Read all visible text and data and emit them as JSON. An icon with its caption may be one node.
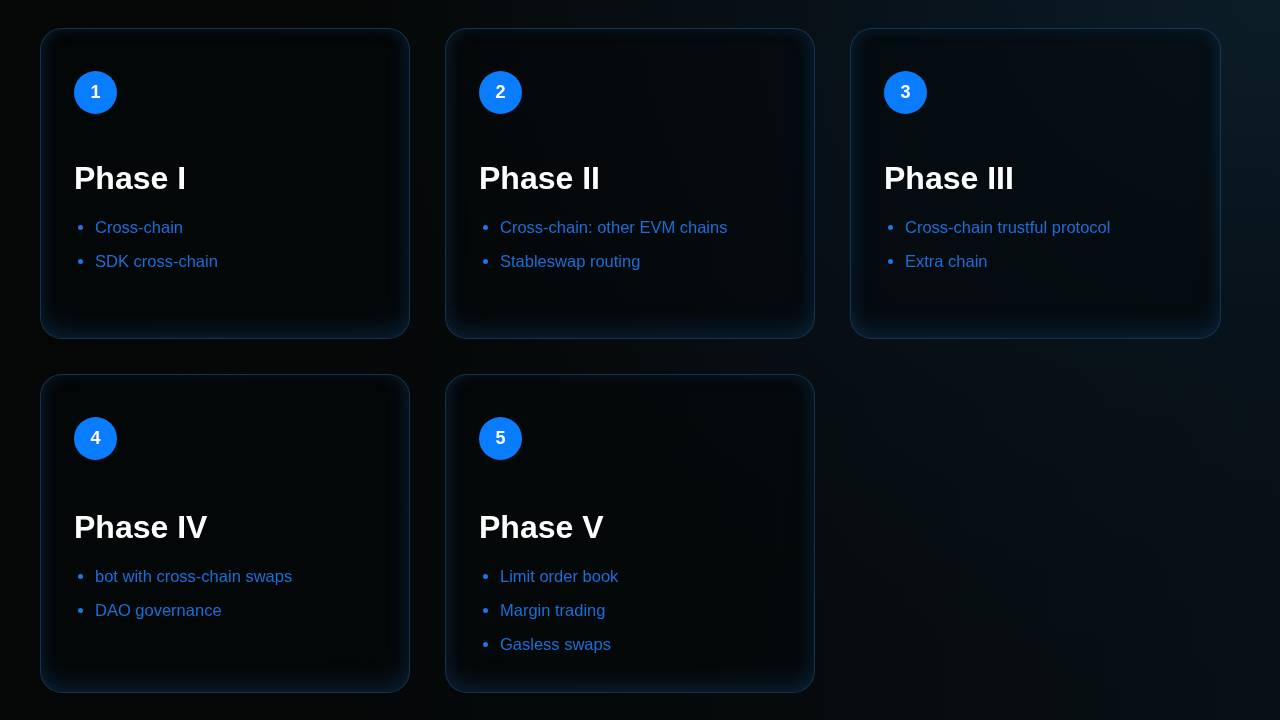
{
  "diagram": {
    "nodes": [
      {
        "text": [
          "Phase I",
          "Cross-chain",
          "SDK cross-chain"
        ]
      },
      {
        "text": [
          "1"
        ],
        "in": 0
      },
      {
        "text": [
          "Phase II",
          "Cross-chain: other EVM chains",
          "Stableswap routing"
        ]
      },
      {
        "text": [
          "2"
        ],
        "in": 2
      },
      {
        "text": [
          "Phase III",
          "Cross-chain trustful protocol",
          "Extra chain"
        ]
      },
      {
        "text": [
          "3"
        ],
        "in": 4
      },
      {
        "text": [
          "Phase IV",
          "bot with cross-chain swaps",
          "DAO governance"
        ]
      },
      {
        "text": [
          "4"
        ],
        "in": 6
      },
      {
        "text": [
          "Phase V",
          "Limit order book",
          "Margin trading",
          "Gasless swaps"
        ]
      },
      {
        "text": [
          "5"
        ],
        "in": 8
      }
    ]
  }
}
